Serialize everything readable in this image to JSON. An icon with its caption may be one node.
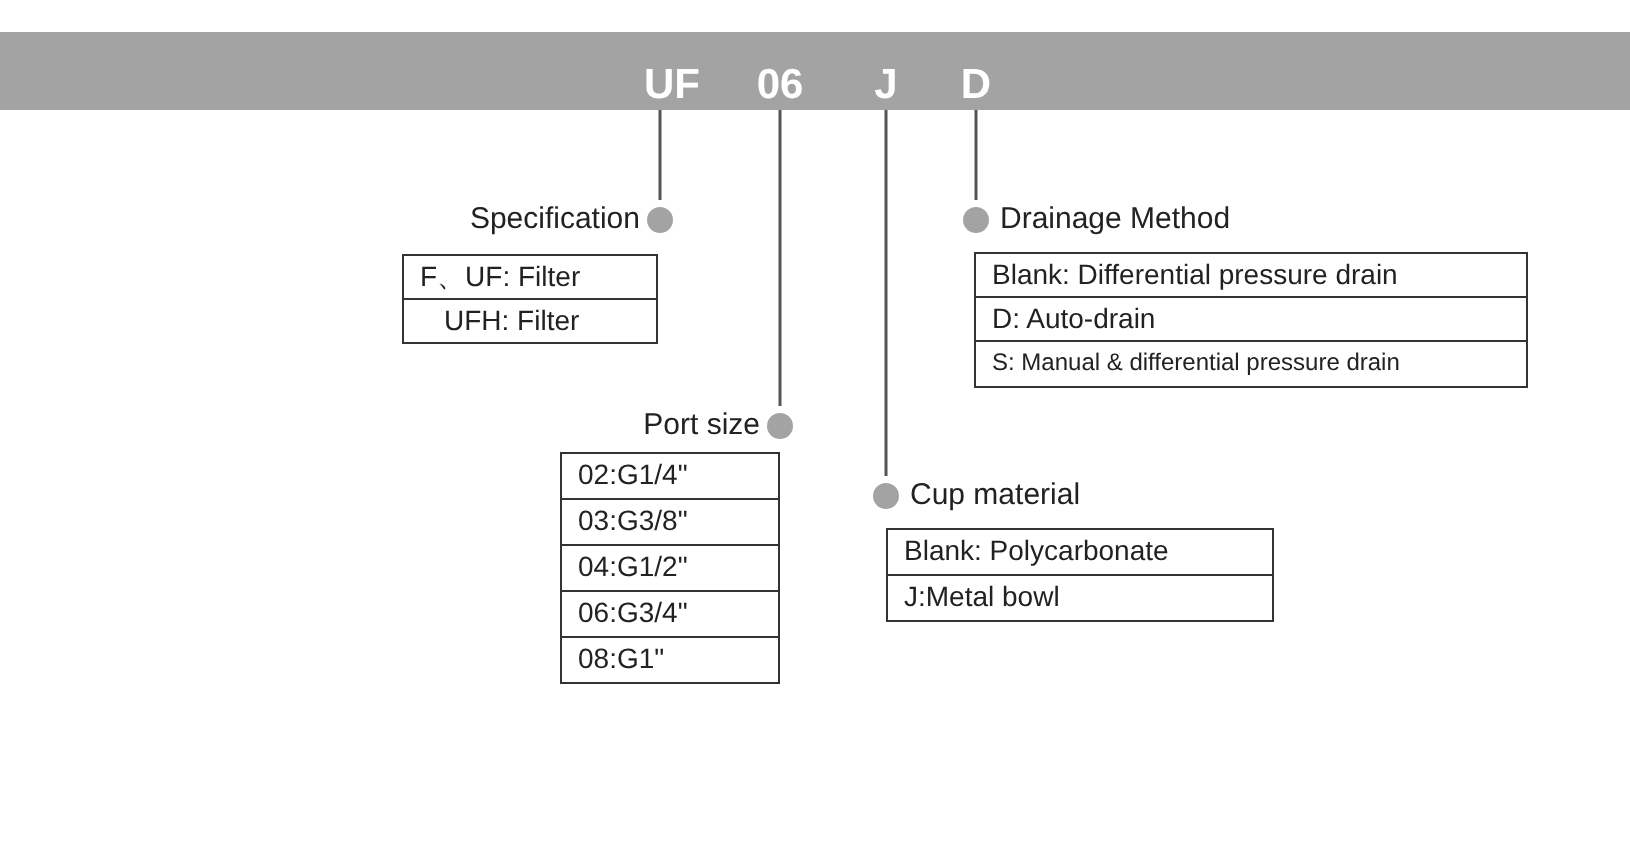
{
  "diagram": {
    "nodes": [
      {
        "text": [],
        "shape": "bar"
      },
      {
        "text": [
          "UF"
        ],
        "in": 0
      },
      {
        "text": [
          "06"
        ],
        "in": 0
      },
      {
        "text": [
          "J"
        ],
        "in": 0
      },
      {
        "text": [
          "D"
        ],
        "in": 0
      },
      {
        "text": [
          "Specification"
        ]
      },
      {
        "text": [
          "Drainage Method"
        ]
      },
      {
        "text": [
          "Port size"
        ]
      },
      {
        "text": [
          "Cup material"
        ]
      }
    ],
    "edges": [
      {
        "from": 1,
        "to": 5,
        "arrow": "other"
      },
      {
        "from": 2,
        "to": 7,
        "arrow": "other"
      },
      {
        "from": 3,
        "to": 8,
        "arrow": "other"
      },
      {
        "from": 4,
        "to": 6,
        "arrow": "other"
      }
    ],
    "labels": [
      "F、UF: Filter",
      "UFH: Filter",
      "Blank: Differential pressure drain",
      "D: Auto-drain",
      "S: Manual & differential pressure drain",
      "02:G1/4\"",
      "03:G3/8\"",
      "04:G1/2\"",
      "06:G3/4\"",
      "08:G1\"",
      "Blank: Polycarbonate",
      "J:Metal bowl"
    ]
  }
}
